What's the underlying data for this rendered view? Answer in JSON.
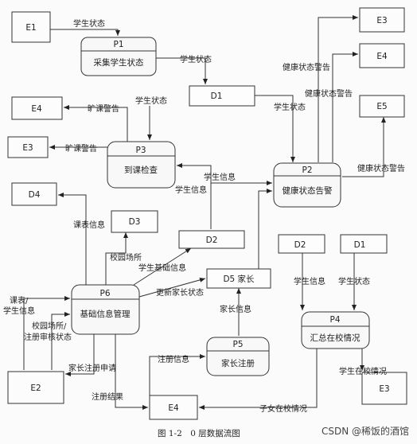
{
  "entities": {
    "e1_top": "E1",
    "e3_top": "E3",
    "e4_top": "E4",
    "e5": "E5",
    "e4_left": "E4",
    "e3_left": "E3",
    "d4": "D4",
    "e2": "E2",
    "e4_bottom": "E4",
    "e3_bottom": "E3"
  },
  "processes": {
    "p1": {
      "id": "P1",
      "name": "采集学生状态"
    },
    "p2": {
      "id": "P2",
      "name": "健康状态告警"
    },
    "p3": {
      "id": "P3",
      "name": "到课检查"
    },
    "p4": {
      "id": "P4",
      "name": "汇总在校情况"
    },
    "p5": {
      "id": "P5",
      "name": "家长注册"
    },
    "p6": {
      "id": "P6",
      "name": "基础信息管理"
    }
  },
  "stores": {
    "d1_top": "D1",
    "d2_mid": "D2",
    "d3": "D3",
    "d5": "D5 家长",
    "d2_right": "D2",
    "d1_right": "D1"
  },
  "flows": {
    "f1": "学生状态",
    "f2": "学生状态",
    "f3": "学生状态",
    "f4": "学生状态",
    "f5": "健康状态警告",
    "f6": "健康状态警告",
    "f7": "健康状态警告",
    "f8": "旷课警告",
    "f9": "旷课警告",
    "f10": "学生信息",
    "f11": "学生信息",
    "f12": "课表信息",
    "f13": "校园场所",
    "f14": "学生基础信息",
    "f15": "更新家长状态",
    "f16_a": "课表/",
    "f16_b": "学生信息",
    "f17_a": "校园场所/",
    "f17_b": "注册审核状态",
    "f18": "家长注册申请",
    "f19": "注册结果",
    "f20": "注册信息",
    "f21": "家长信息",
    "f22": "学生信息",
    "f23": "学生状态",
    "f24": "学生在校情况",
    "f25": "子女在校情况"
  },
  "caption": "图 1-2　0 层数据流图",
  "watermark": "CSDN @稀饭的酒馆"
}
